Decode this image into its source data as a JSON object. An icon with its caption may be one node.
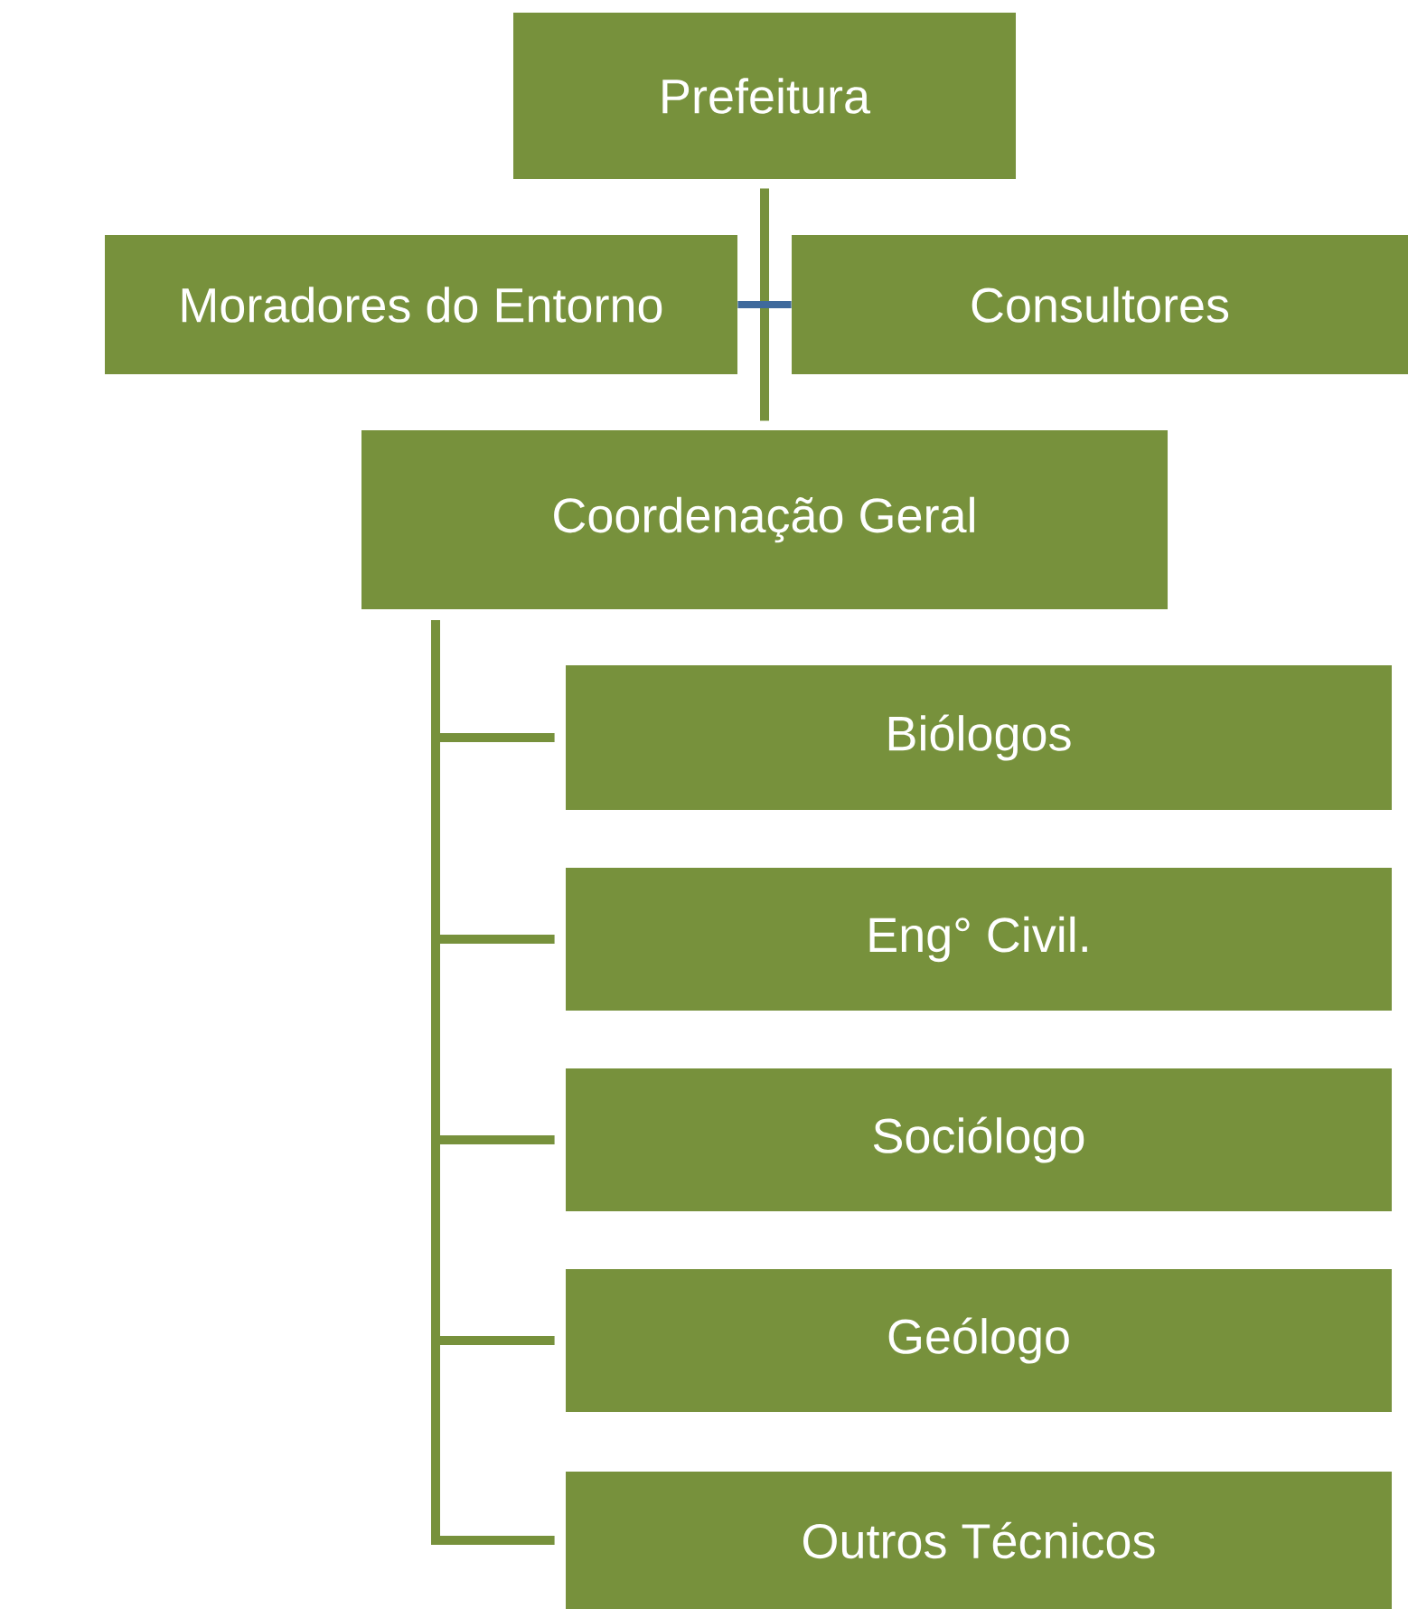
{
  "diagram": {
    "nodes": [
      {
        "text": [
          "Prefeitura"
        ]
      },
      {
        "text": [
          "Moradores do Entorno"
        ]
      },
      {
        "text": [
          "Consultores"
        ]
      },
      {
        "text": [
          "Coordenação Geral"
        ]
      },
      {
        "text": [
          "Biólogos"
        ]
      },
      {
        "text": [
          "Eng° Civil."
        ]
      },
      {
        "text": [
          "Sociólogo"
        ]
      },
      {
        "text": [
          "Geólogo"
        ]
      },
      {
        "text": [
          "Outros Técnicos"
        ]
      }
    ],
    "edges": [
      {
        "from": 0,
        "to": 3,
        "arrow": "none"
      },
      {
        "from": 1,
        "to": 2,
        "arrow": "none",
        "color": "#3f6a9c"
      },
      {
        "from": 3,
        "to": 4,
        "arrow": "none"
      },
      {
        "from": 3,
        "to": 5,
        "arrow": "none"
      },
      {
        "from": 3,
        "to": 6,
        "arrow": "none"
      },
      {
        "from": 3,
        "to": 7,
        "arrow": "none"
      },
      {
        "from": 3,
        "to": 8,
        "arrow": "none"
      }
    ]
  }
}
